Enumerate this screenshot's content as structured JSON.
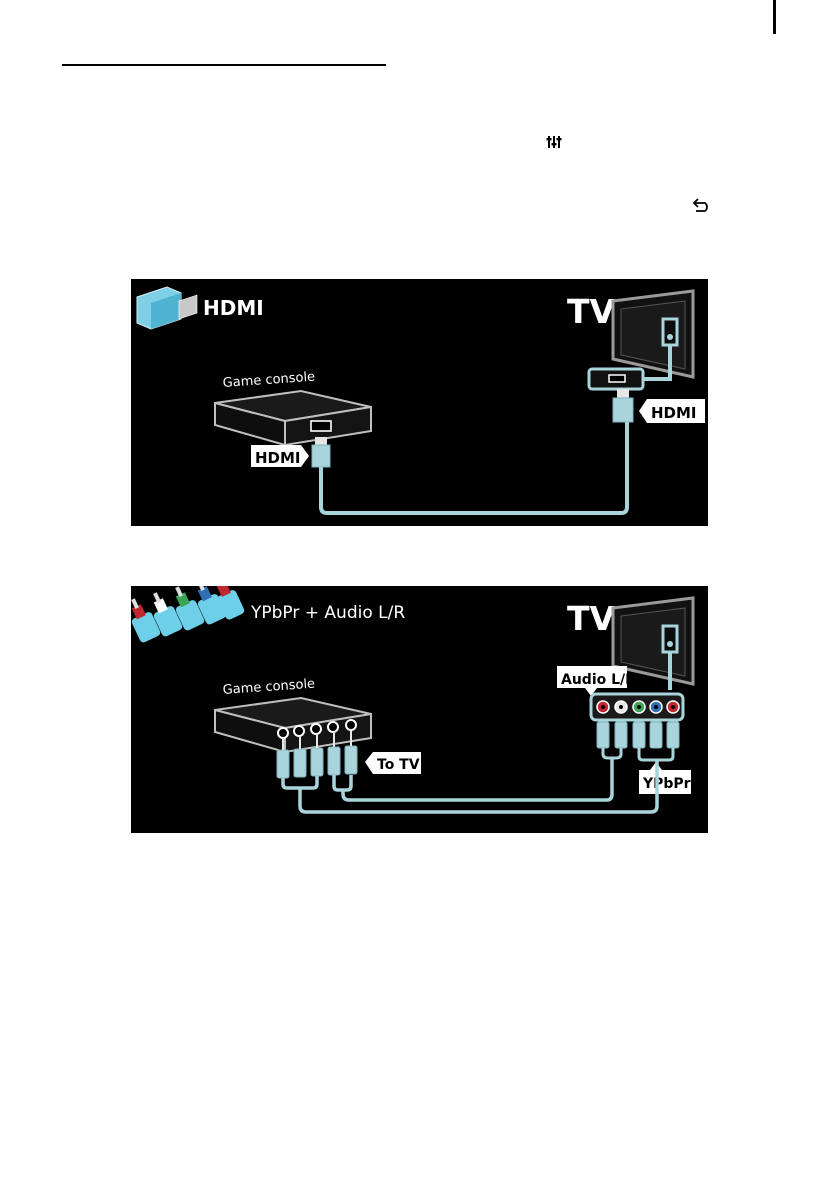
{
  "colors": {
    "panel_bg": "#000000",
    "cable": "#a9d4dc",
    "device_edge": "#bfbfbf",
    "label_bg": "#ffffff",
    "red_jack": "#c0282d",
    "green_jack": "#3aa655",
    "blue_jack": "#2f6fb8",
    "white_jack": "#e8e8e8"
  },
  "icons": {
    "options": "options-adjust-icon",
    "back": "back-arrow-icon"
  },
  "diagram_hdmi": {
    "title": "HDMI",
    "device_label": "Game console",
    "tv_label": "TV",
    "console_port_label": "HDMI",
    "tv_port_label": "HDMI"
  },
  "diagram_component": {
    "title": "YPbPr + Audio L/R",
    "device_label": "Game console",
    "tv_label": "TV",
    "audio_label": "Audio L/R",
    "to_tv_label": "To TV",
    "ypbpr_label": "YPbPr"
  }
}
